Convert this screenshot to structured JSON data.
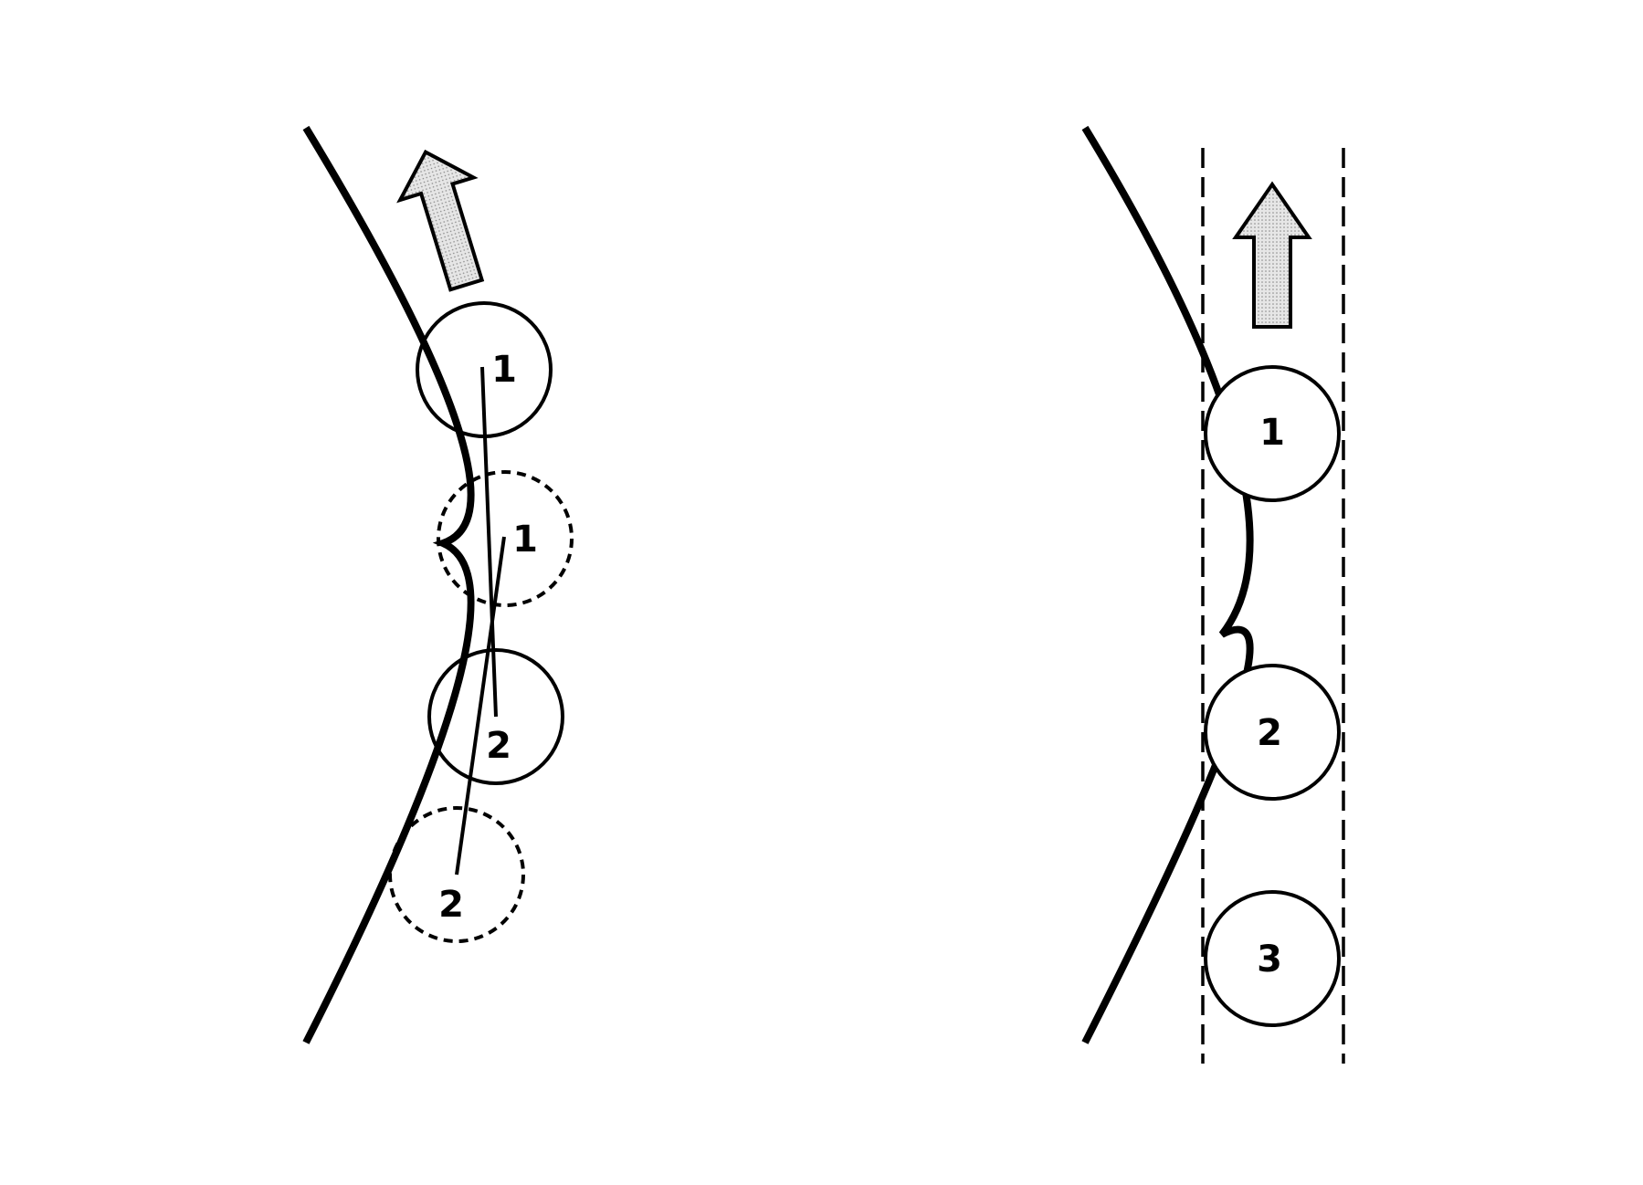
{
  "left_panel": {
    "balls": [
      {
        "label": "1"
      },
      {
        "label": "2"
      }
    ],
    "ghost_balls": [
      {
        "label": "1"
      },
      {
        "label": "2"
      }
    ]
  },
  "right_panel": {
    "balls": [
      {
        "label": "1"
      },
      {
        "label": "2"
      },
      {
        "label": "3"
      }
    ]
  },
  "colors": {
    "arrow_fill": "#d8d8d8",
    "stroke": "#000000",
    "background": "#ffffff"
  }
}
